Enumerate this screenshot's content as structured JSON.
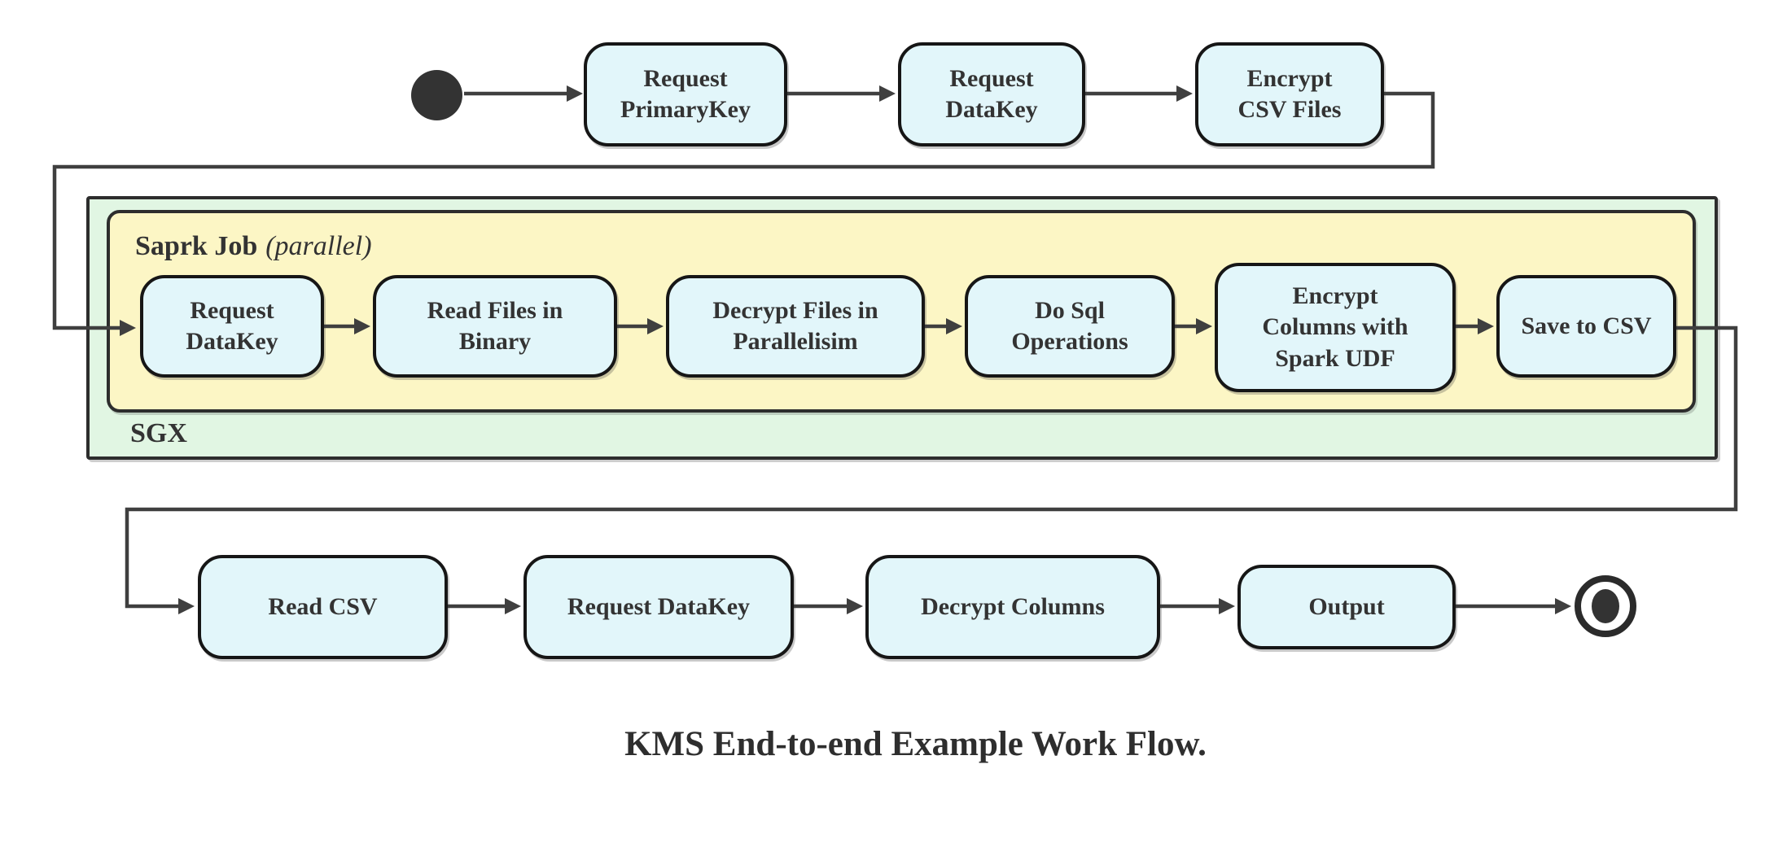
{
  "diagram": {
    "caption": "KMS End-to-end Example Work Flow.",
    "top_row_nodes": [
      "Request PrimaryKey",
      "Request DataKey",
      "Encrypt CSV Files"
    ],
    "sgx_group": {
      "label": "SGX",
      "spark_group": {
        "title": "Saprk Job",
        "title_suffix": "(parallel)",
        "nodes": [
          "Request DataKey",
          "Read Files in Binary",
          "Decrypt Files in Parallelisim",
          "Do Sql Operations",
          "Encrypt Columns with Spark UDF",
          "Save to CSV"
        ]
      }
    },
    "bottom_row_nodes": [
      "Read CSV",
      "Request DataKey",
      "Decrypt Columns",
      "Output"
    ],
    "colors": {
      "node_fill": "#e2f6fa",
      "node_border": "#161616",
      "sgx_fill": "#e1f6e3",
      "spark_fill": "#fcf6c5",
      "container_border": "#2d2d2d",
      "line_color": "#3f3f3f",
      "text_color": "#333333"
    }
  }
}
